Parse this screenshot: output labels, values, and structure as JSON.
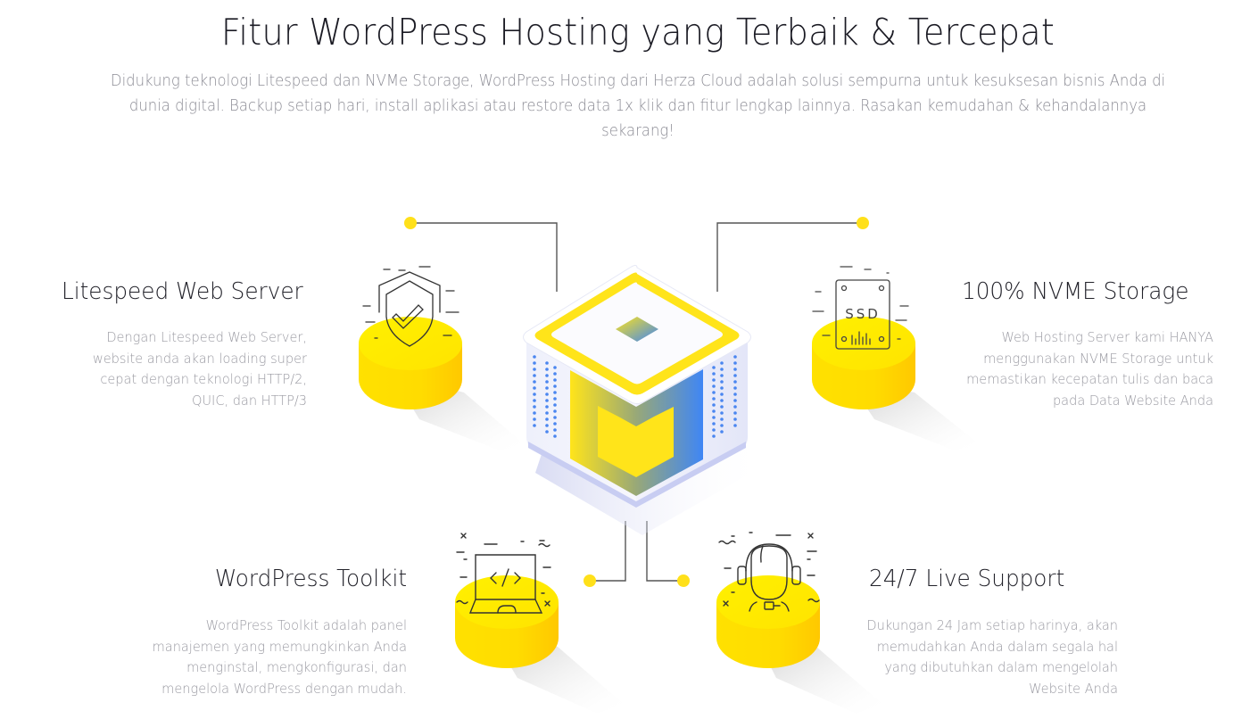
{
  "header": {
    "title": "Fitur WordPress Hosting yang Terbaik & Tercepat",
    "subtitle": "Didukung teknologi Litespeed dan NVMe Storage, WordPress Hosting dari Herza Cloud adalah solusi sempurna untuk kesuksesan bisnis Anda di dunia digital. Backup setiap hari, install aplikasi atau restore data 1x klik dan fitur lengkap lainnya. Rasakan kemudahan & kehandalannya sekarang!"
  },
  "features": [
    {
      "title": "Litespeed Web Server",
      "description": "Dengan Litespeed Web Server,\nwebsite anda akan loading super\ncepat dengan teknologi HTTP/2,\nQUIC,  dan HTTP/3",
      "icon": "shield-check-icon"
    },
    {
      "title": "100% NVME Storage",
      "description": "Web Hosting Server kami HANYA\nmenggunakan NVME Storage untuk\nmemastikan kecepatan tulis dan baca\npada Data Website Anda",
      "icon": "ssd-icon",
      "icon_label": "SSD"
    },
    {
      "title": "WordPress Toolkit",
      "description": "WordPress Toolkit adalah panel\nmanajemen  yang memungkinkan Anda\nmenginstal, mengkonfigurasi, dan\nmengelola WordPress dengan mudah.",
      "icon": "laptop-code-icon",
      "icon_label": "</>"
    },
    {
      "title": "24/7 Live Support",
      "description": "Dukungan 24 Jam setiap harinya, akan\nmemudahkan Anda dalam segala hal\nyang dibutuhkan dalam mengelolah\nWebsite Anda",
      "icon": "headset-support-icon"
    }
  ],
  "colors": {
    "accent_yellow": "#ffe000",
    "accent_blue": "#4a86f0",
    "title_text": "#1b1b24",
    "body_text": "#8c8c95",
    "line": "#555555"
  }
}
